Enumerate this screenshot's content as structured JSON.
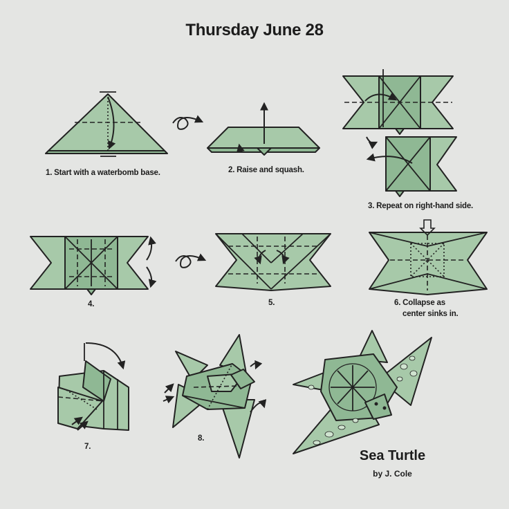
{
  "title": "Thursday June 28",
  "steps": [
    {
      "label": "1. Start with a waterbomb base."
    },
    {
      "label": "2. Raise and squash."
    },
    {
      "label": "3. Repeat on right-hand side."
    },
    {
      "label": "4."
    },
    {
      "label": "5."
    },
    {
      "label_line1": "6. Collapse as",
      "label_line2": "center sinks in."
    },
    {
      "label": "7."
    },
    {
      "label": "8."
    }
  ],
  "model": {
    "name": "Sea Turtle",
    "author": "by J. Cole"
  },
  "colors": {
    "paper": "#a7c9a9",
    "paper_dark": "#8fb894",
    "ink": "#222222",
    "background": "#e4e5e3"
  },
  "icons": [
    "turn-over-icon",
    "fold-arrow-icon",
    "push-arrow-icon"
  ]
}
